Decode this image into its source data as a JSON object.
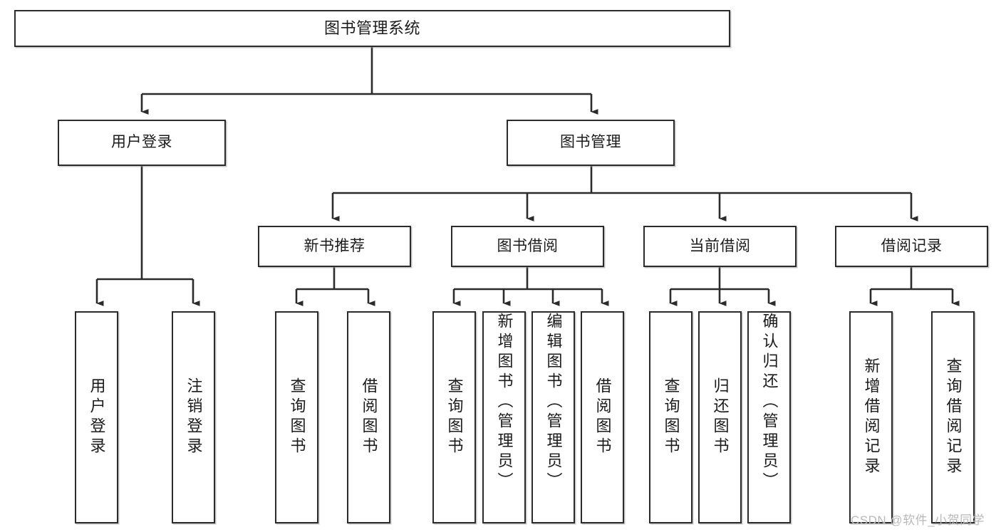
{
  "diagram": {
    "type": "tree",
    "title": "图书管理系统",
    "theme": {
      "box_border": "#2b2b2b",
      "box_fill": "#ffffff",
      "text": "#1b1b1b",
      "wire": "#2b2b2b",
      "watermark": "#b9b9b9"
    },
    "nodes": {
      "root": {
        "label": "图书管理系统"
      },
      "level2": [
        {
          "id": "user-login",
          "label": "用户登录"
        },
        {
          "id": "book-manage",
          "label": "图书管理"
        }
      ],
      "level3": [
        {
          "id": "new-book-rec",
          "label": "新书推荐"
        },
        {
          "id": "book-borrow",
          "label": "图书借阅"
        },
        {
          "id": "current-borrow",
          "label": "当前借阅"
        },
        {
          "id": "borrow-record",
          "label": "借阅记录"
        }
      ],
      "leaves": {
        "user-login": [
          {
            "id": "leaf-user-login",
            "label": "用户登录"
          },
          {
            "id": "leaf-logout",
            "label": "注销登录"
          }
        ],
        "new-book-rec": [
          {
            "id": "leaf-query-book-1",
            "label": "查询图书"
          },
          {
            "id": "leaf-borrow-book-1",
            "label": "借阅图书"
          }
        ],
        "book-borrow": [
          {
            "id": "leaf-query-book-2",
            "label": "查询图书"
          },
          {
            "id": "leaf-add-book",
            "label": "新增图书（管理员）"
          },
          {
            "id": "leaf-edit-book",
            "label": "编辑图书（管理员）"
          },
          {
            "id": "leaf-borrow-book-2",
            "label": "借阅图书"
          }
        ],
        "current-borrow": [
          {
            "id": "leaf-query-book-3",
            "label": "查询图书"
          },
          {
            "id": "leaf-return-book",
            "label": "归还图书"
          },
          {
            "id": "leaf-confirm-return",
            "label": "确认归还（管理员）"
          }
        ],
        "borrow-record": [
          {
            "id": "leaf-add-record",
            "label": "新增借阅记录"
          },
          {
            "id": "leaf-query-record",
            "label": "查询借阅记录"
          }
        ]
      }
    },
    "watermark": "CSDN @软件_小贺同学"
  }
}
